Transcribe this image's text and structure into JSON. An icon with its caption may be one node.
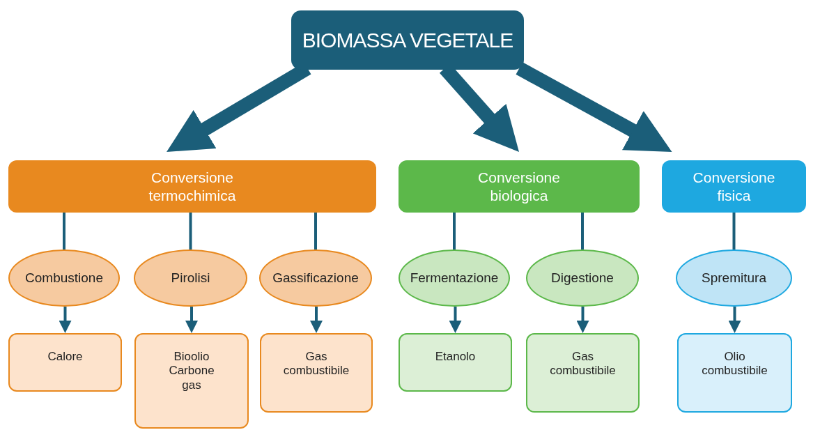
{
  "diagram": {
    "nodes": [
      {
        "text": [
          "BIOMASSA VEGETALE"
        ]
      },
      {
        "text": [
          "Conversione termochimica"
        ]
      },
      {
        "text": [
          "Conversione biologica"
        ]
      },
      {
        "text": [
          "Conversione fisica"
        ]
      },
      {
        "text": [
          "Combustione"
        ]
      },
      {
        "text": [
          "Pirolisi"
        ]
      },
      {
        "text": [
          "Gassificazione"
        ]
      },
      {
        "text": [
          "Fermentazione"
        ]
      },
      {
        "text": [
          "Digestione"
        ]
      },
      {
        "text": [
          "Spremitura"
        ]
      },
      {
        "text": [
          "Calore"
        ]
      },
      {
        "text": [
          "Bioolio Carbone gas"
        ]
      },
      {
        "text": [
          "Gas combustibile"
        ]
      },
      {
        "text": [
          "Etanolo"
        ]
      },
      {
        "text": [
          "Gas combustibile"
        ]
      },
      {
        "text": [
          "Olio combustibile"
        ]
      }
    ],
    "edges": [
      {
        "from": 0,
        "to": 1,
        "arrow": "to",
        "style": "thick"
      },
      {
        "from": 0,
        "to": 2,
        "arrow": "to",
        "style": "thick"
      },
      {
        "from": 0,
        "to": 3,
        "arrow": "to",
        "style": "thick"
      },
      {
        "from": 1,
        "to": 4,
        "arrow": "none"
      },
      {
        "from": 1,
        "to": 5,
        "arrow": "none"
      },
      {
        "from": 1,
        "to": 6,
        "arrow": "none"
      },
      {
        "from": 2,
        "to": 7,
        "arrow": "none"
      },
      {
        "from": 2,
        "to": 8,
        "arrow": "none"
      },
      {
        "from": 3,
        "to": 9,
        "arrow": "none"
      },
      {
        "from": 4,
        "to": 10,
        "arrow": "to"
      },
      {
        "from": 5,
        "to": 11,
        "arrow": "to"
      },
      {
        "from": 6,
        "to": 12,
        "arrow": "to"
      },
      {
        "from": 7,
        "to": 13,
        "arrow": "to"
      },
      {
        "from": 8,
        "to": 14,
        "arrow": "to"
      },
      {
        "from": 9,
        "to": 15,
        "arrow": "to"
      }
    ]
  }
}
